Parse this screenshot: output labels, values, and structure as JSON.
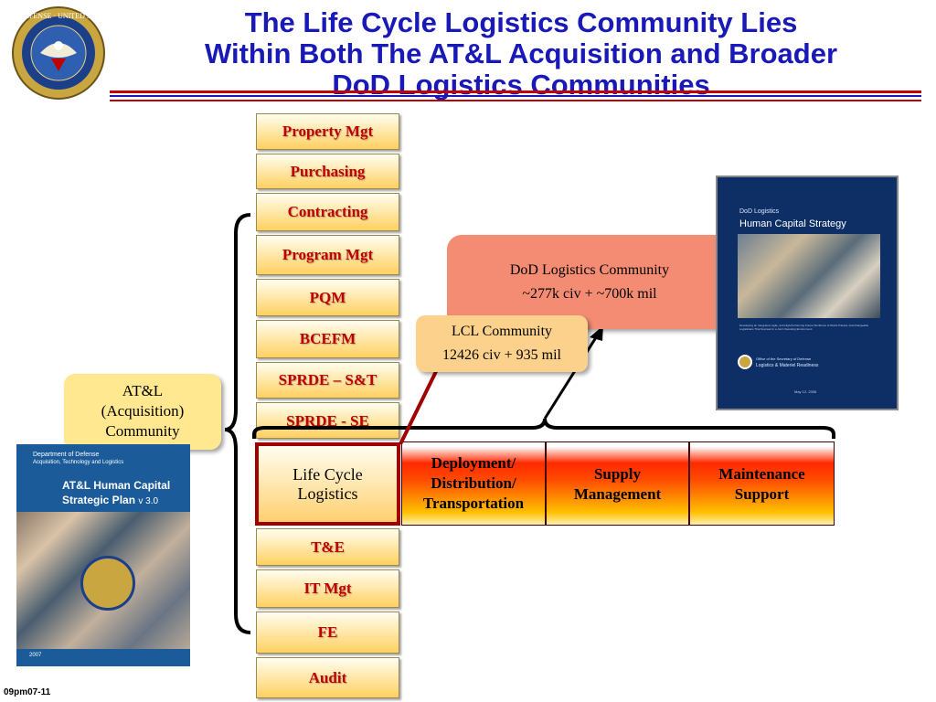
{
  "title": {
    "line1": "The Life Cycle Logistics Community Lies",
    "line2": "Within Both The AT&L Acquisition and Broader",
    "line3": "DoD Logistics Communities"
  },
  "seal": {
    "text": "DEPARTMENT OF DEFENSE · UNITED STATES OF AMERICA"
  },
  "stack": [
    "Property Mgt",
    "Purchasing",
    "Contracting",
    "Program Mgt",
    "PQM",
    "BCEFM",
    "SPRDE – S&T",
    "SPRDE - SE",
    "T&E",
    "IT Mgt",
    "FE",
    "Audit"
  ],
  "lcl_box": {
    "line1": "Life Cycle",
    "line2": "Logistics"
  },
  "functions": [
    {
      "l1": "Deployment/",
      "l2": "Distribution/",
      "l3": "Transportation"
    },
    {
      "l1": "Supply",
      "l2": "Management",
      "l3": ""
    },
    {
      "l1": "Maintenance",
      "l2": "Support",
      "l3": ""
    }
  ],
  "atl_callout": {
    "line1": "AT&L",
    "line2": "(Acquisition)",
    "line3": "Community"
  },
  "dod_callout": {
    "line1": "DoD Logistics Community",
    "line2": "~277k civ + ~700k mil"
  },
  "lcl_callout": {
    "line1": "LCL Community",
    "line2": "12426 civ + 935 mil"
  },
  "book_right": {
    "small": "DoD Logistics",
    "title": "Human Capital Strategy",
    "subtitle": "Developing an Integrated, Agile, and High-Performing Future Workforce of World-Trained, Interchangeable Logisticians That Succeed in a Joint Operating Environment",
    "office1": "Office of the Secretary of Defense",
    "office2": "Logistics & Materiel Readiness",
    "date": "May 12, 2006"
  },
  "book_left": {
    "header1": "Department of Defense",
    "header2": "Acquisition, Technology and Logistics",
    "title1": "AT&L Human Capital",
    "title2": "Strategic Plan",
    "version": "v 3.0",
    "year": "2007"
  },
  "footer": "09pm07-11",
  "colors": {
    "title": "#1919b8",
    "stack_text": "#c00000",
    "arrow": "#a00000",
    "rule_red": "#c00000",
    "rule_blue": "#1919b8"
  }
}
